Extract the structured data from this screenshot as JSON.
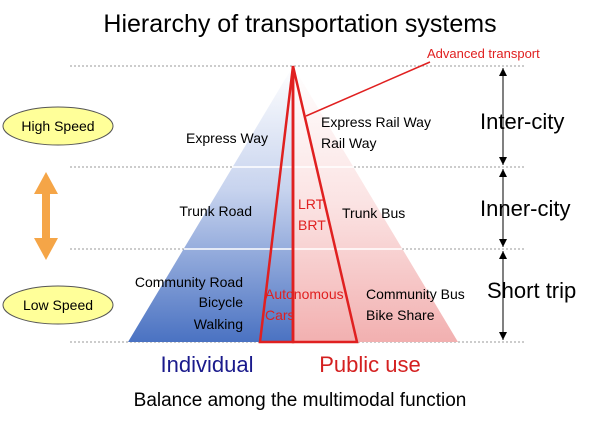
{
  "title": "Hierarchy of transportation systems",
  "subtitle": "Balance among the multimodal function",
  "advanced_transport": "Advanced transport",
  "speed": {
    "high": "High Speed",
    "low": "Low Speed"
  },
  "tiers": {
    "inter_city": "Inter-city",
    "inner_city": "Inner-city",
    "short_trip": "Short trip"
  },
  "individual": {
    "label": "Individual",
    "express_way": "Express Way",
    "trunk_road": "Trunk Road",
    "community_road": "Community Road",
    "bicycle": "Bicycle",
    "walking": "Walking"
  },
  "public": {
    "label": "Public use",
    "express_rail_way": "Express Rail Way",
    "rail_way": "Rail Way",
    "trunk_bus": "Trunk Bus",
    "community_bus": "Community Bus",
    "bike_share": "Bike Share"
  },
  "advanced": {
    "lrt": "LRT",
    "brt": "BRT",
    "autonomous": "Autonomous",
    "cars": "Cars"
  },
  "colors": {
    "individual": "#1a1a8c",
    "public": "#d42020",
    "pyramid_left_bottom": "#4472c4",
    "pyramid_right_bottom": "#f4b6b6",
    "arrow": "#f5a547",
    "speed_bubble": "#ffff99"
  }
}
